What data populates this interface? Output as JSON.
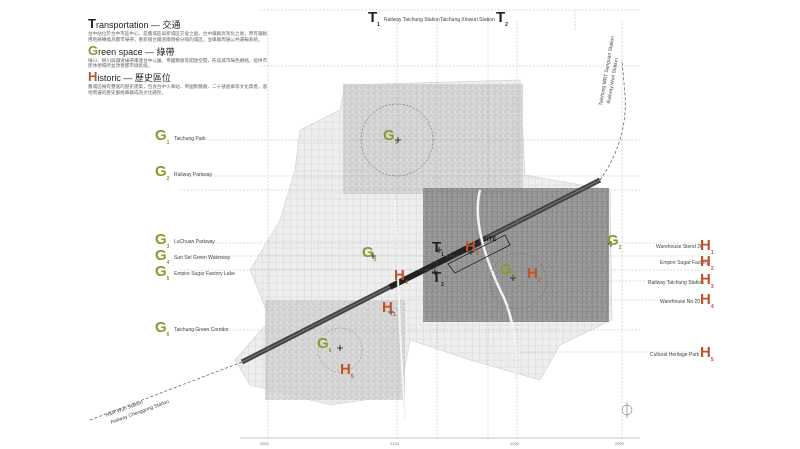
{
  "legend": {
    "transport": {
      "letter": "T",
      "rest": "ransportation — 交通",
      "body": "台中站位於台中市區中心，是舊城區與新城區交會之處。台中鐵路高架化之後，原有鐵軌用地將轉換為都市綠帶，重新縫合鐵道兩側被分隔的城區，並串聯周邊公共運輸系統。"
    },
    "green": {
      "letter": "G",
      "rest": "reen space — 綠帶",
      "body": "綠川、柳川與鐵道綠帶串連台中公園、帝國糖廠等開放空間，形成城市綠色網絡，提供市民休憩場所並改善都市微氣候。"
    },
    "historic": {
      "letter": "H",
      "rest": "istoric — 歷史區位",
      "body": "舊城區擁有豐富的歷史建築，包含台中火車站、帝國製糖廠、二十號倉庫等文化資產，基地周邊的歷史脈絡串聯成為文化路徑。"
    }
  },
  "top": {
    "t1_letter": "T",
    "t1_sub": "1",
    "t1_label": "Railway Taichung Station",
    "t2_label": "Taichung Xinwuri Station",
    "t2_letter": "T",
    "t2_sub": "2"
  },
  "site_label": "SITE",
  "green_items": [
    {
      "letter": "G",
      "sub": "1",
      "label": "Taichung Park"
    },
    {
      "letter": "G",
      "sub": "2",
      "label": "Railway Parkway"
    },
    {
      "letter": "G",
      "sub": "3",
      "label": "LuChuan Parkway"
    },
    {
      "letter": "G",
      "sub": "4",
      "label": "Sun Sei Green Waterway"
    },
    {
      "letter": "G",
      "sub": "5",
      "label": "Empire Sugar Factory Lake"
    },
    {
      "letter": "G",
      "sub": "6",
      "label": "Taichung Green Corridor"
    }
  ],
  "historic_items": [
    {
      "letter": "H",
      "sub": "1",
      "label": "Warehouse Stend 26"
    },
    {
      "letter": "H",
      "sub": "2",
      "label": "Empire Sugar Factory"
    },
    {
      "letter": "H",
      "sub": "3",
      "label": "Railway Taichung Station"
    },
    {
      "letter": "H",
      "sub": "4",
      "label": "Warehouse No.20"
    },
    {
      "letter": "H",
      "sub": "5",
      "label": "Cultural Heritage Park"
    }
  ],
  "rail_north_label": "Taichung MRT Sanguan Station",
  "rail_north_label2": "Railway Wuri Station",
  "rail_south_label": "HSR Wuri Station",
  "rail_south_label2": "Railway Chenggong Station",
  "ticks": [
    "2500",
    "2120",
    "1000",
    "2000"
  ]
}
